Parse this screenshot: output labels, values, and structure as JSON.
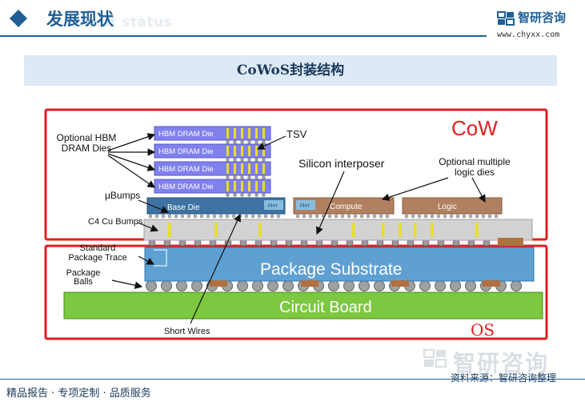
{
  "header": {
    "section_title": "发展现状",
    "ghost_subtitle": "nent status",
    "brand_name": "智研咨询",
    "brand_url": "www.chyxx.com"
  },
  "title": "CoWoS封装结构",
  "diagram": {
    "region_cow": "CoW",
    "region_os": "OS",
    "hbm_die_label": "HBM DRAM Die",
    "base_die": "Base Die",
    "phy": "PHY",
    "compute": "Compute",
    "logic": "Logic",
    "package_substrate": "Package Substrate",
    "circuit_board": "Circuit Board",
    "ann_hbm": "Optional HBM\nDRAM Dies",
    "ann_tsv": "TSV",
    "ann_interposer": "Silicon interposer",
    "ann_logic": "Optional multiple\nlogic dies",
    "ann_ubumps": "μBumps",
    "ann_c4": "C4 Cu Bumps",
    "ann_trace": "Standard\nPackage Trace",
    "ann_balls": "Package\nBalls",
    "ann_wires": "Short Wires"
  },
  "watermark": "智研咨询",
  "footer": {
    "left": "精品报告 · 专项定制 · 品质服务",
    "source": "资料来源：智研咨询整理"
  },
  "colors": {
    "brand_blue": "#1f5f96",
    "red_frame": "#e02020",
    "hbm_purple": "#8080ee",
    "base_die_blue": "#3e72a2",
    "compute_brown": "#b08060",
    "substrate_blue": "#5ea0d2",
    "board_green": "#7cc840"
  }
}
